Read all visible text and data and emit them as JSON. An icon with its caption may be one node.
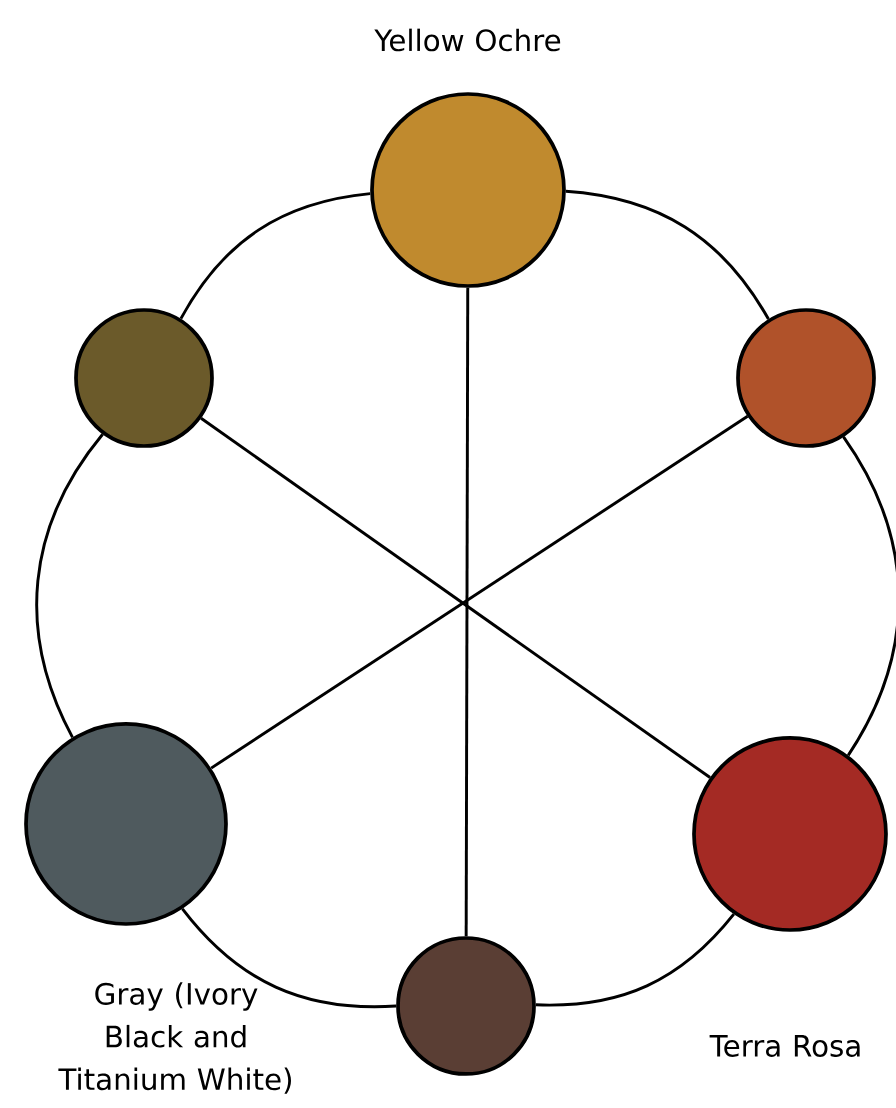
{
  "diagram": {
    "nodes": [
      {
        "text": [],
        "shape": "circle",
        "beside": [
          "Yellow Ochre"
        ]
      },
      {
        "text": [],
        "shape": "circle"
      },
      {
        "text": [],
        "shape": "circle"
      },
      {
        "text": [],
        "shape": "circle",
        "beside": [
          "Gray (Ivory Black and Titanium White)"
        ]
      },
      {
        "text": [],
        "shape": "circle",
        "beside": [
          "Terra Rosa"
        ]
      },
      {
        "text": [],
        "shape": "circle"
      }
    ],
    "edges": [
      {
        "from": 0,
        "to": 1,
        "arrow": "none"
      },
      {
        "from": 0,
        "to": 2,
        "arrow": "none"
      },
      {
        "from": 1,
        "to": 3,
        "arrow": "none"
      },
      {
        "from": 2,
        "to": 4,
        "arrow": "none"
      },
      {
        "from": 3,
        "to": 5,
        "arrow": "none"
      },
      {
        "from": 4,
        "to": 5,
        "arrow": "none"
      },
      {
        "from": 0,
        "to": 5,
        "arrow": "none"
      },
      {
        "from": 1,
        "to": 4,
        "arrow": "none"
      },
      {
        "from": 2,
        "to": 3,
        "arrow": "none"
      }
    ]
  }
}
